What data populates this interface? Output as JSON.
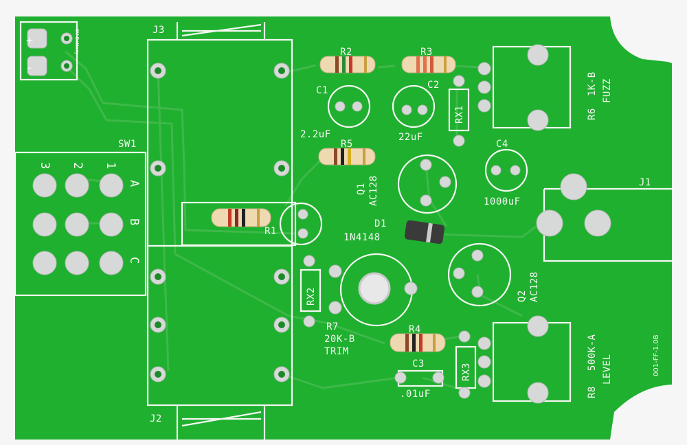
{
  "board": {
    "colors": {
      "pcb": "#1fb02f",
      "trace": "#3fb84a",
      "silk": "#f4f7f2",
      "pad": "#d7d9d8",
      "background": "#f6f6f6"
    },
    "revision": "001-FF-1.0B",
    "battery": {
      "plus": "+",
      "minus": "-",
      "label": "9V Battery"
    }
  },
  "labels": {
    "j1": "J1",
    "j2": "J2",
    "j3": "J3",
    "sw1": "SW1",
    "sw_cols": [
      "3",
      "2",
      "1"
    ],
    "sw_rows": [
      "A",
      "B",
      "C"
    ],
    "r1": "R1",
    "r2": "R2",
    "r3": "R3",
    "r4": "R4",
    "r5": "R5",
    "r6": "R6",
    "r6_value": "1K-B",
    "r6_name": "FUZZ",
    "r7": "R7",
    "r7_value": "20K-B",
    "r7_name": "TRIM",
    "r8": "R8",
    "r8_value": "500K-A",
    "r8_name": "LEVEL",
    "c1": "C1",
    "c1_value": "2.2uF",
    "c2": "C2",
    "c2_value": "22uF",
    "c3": "C3",
    "c3_value": ".01uF",
    "c4": "C4",
    "c4_value": "1000uF",
    "q1": "Q1",
    "q1_type": "AC128",
    "q2": "Q2",
    "q2_type": "AC128",
    "d1": "D1",
    "d1_type": "1N4148",
    "rx1": "RX1",
    "rx2": "RX2",
    "rx3": "RX3"
  }
}
